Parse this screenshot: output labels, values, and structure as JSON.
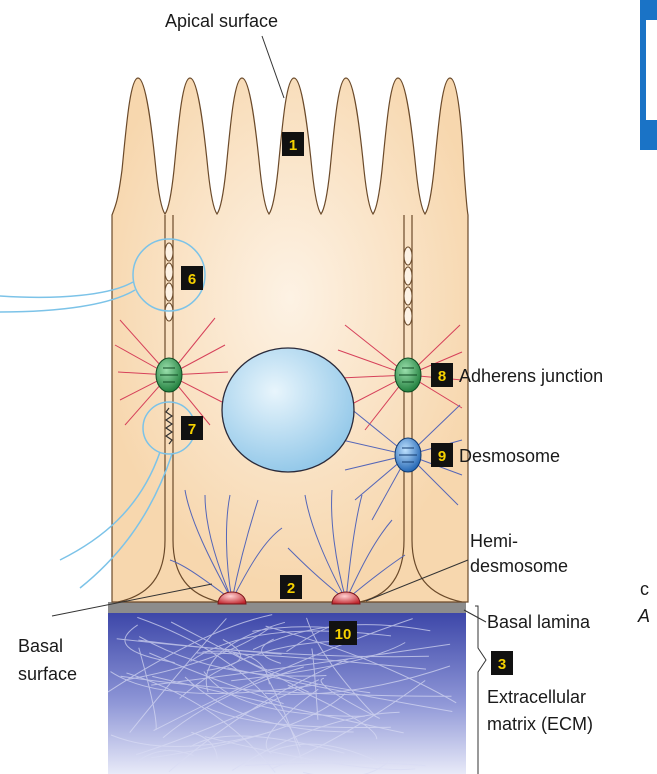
{
  "labels": {
    "apical_surface": "Apical surface",
    "adherens_junction": "Adherens junction",
    "desmosome": "Desmosome",
    "hemi_line1": "Hemi-",
    "hemi_line2": "desmosome",
    "basal_lamina": "Basal lamina",
    "basal_surface_line1": "Basal",
    "basal_surface_line2": "surface",
    "ecm_line1": "Extracellular",
    "ecm_line2": "matrix (ECM)",
    "fragment_c": "c",
    "fragment_a": "A"
  },
  "markers": [
    "1",
    "2",
    "3",
    "6",
    "7",
    "8",
    "9",
    "10"
  ],
  "colors": {
    "cytoplasm": "#f9dcb9",
    "nucleus": "#a9d4ee",
    "adherens": "#2b9a4c",
    "desmosome": "#2a7fc8",
    "hemidesmosome": "#d9363c",
    "actin": "#d6415a",
    "intermediate_filament": "#5566b8",
    "matrix": "#5a63b8",
    "basal_lamina": "#8c8c8c",
    "highlight_circle": "#7cc3e8",
    "marker_bg": "#111111",
    "marker_text": "#f5d100"
  }
}
